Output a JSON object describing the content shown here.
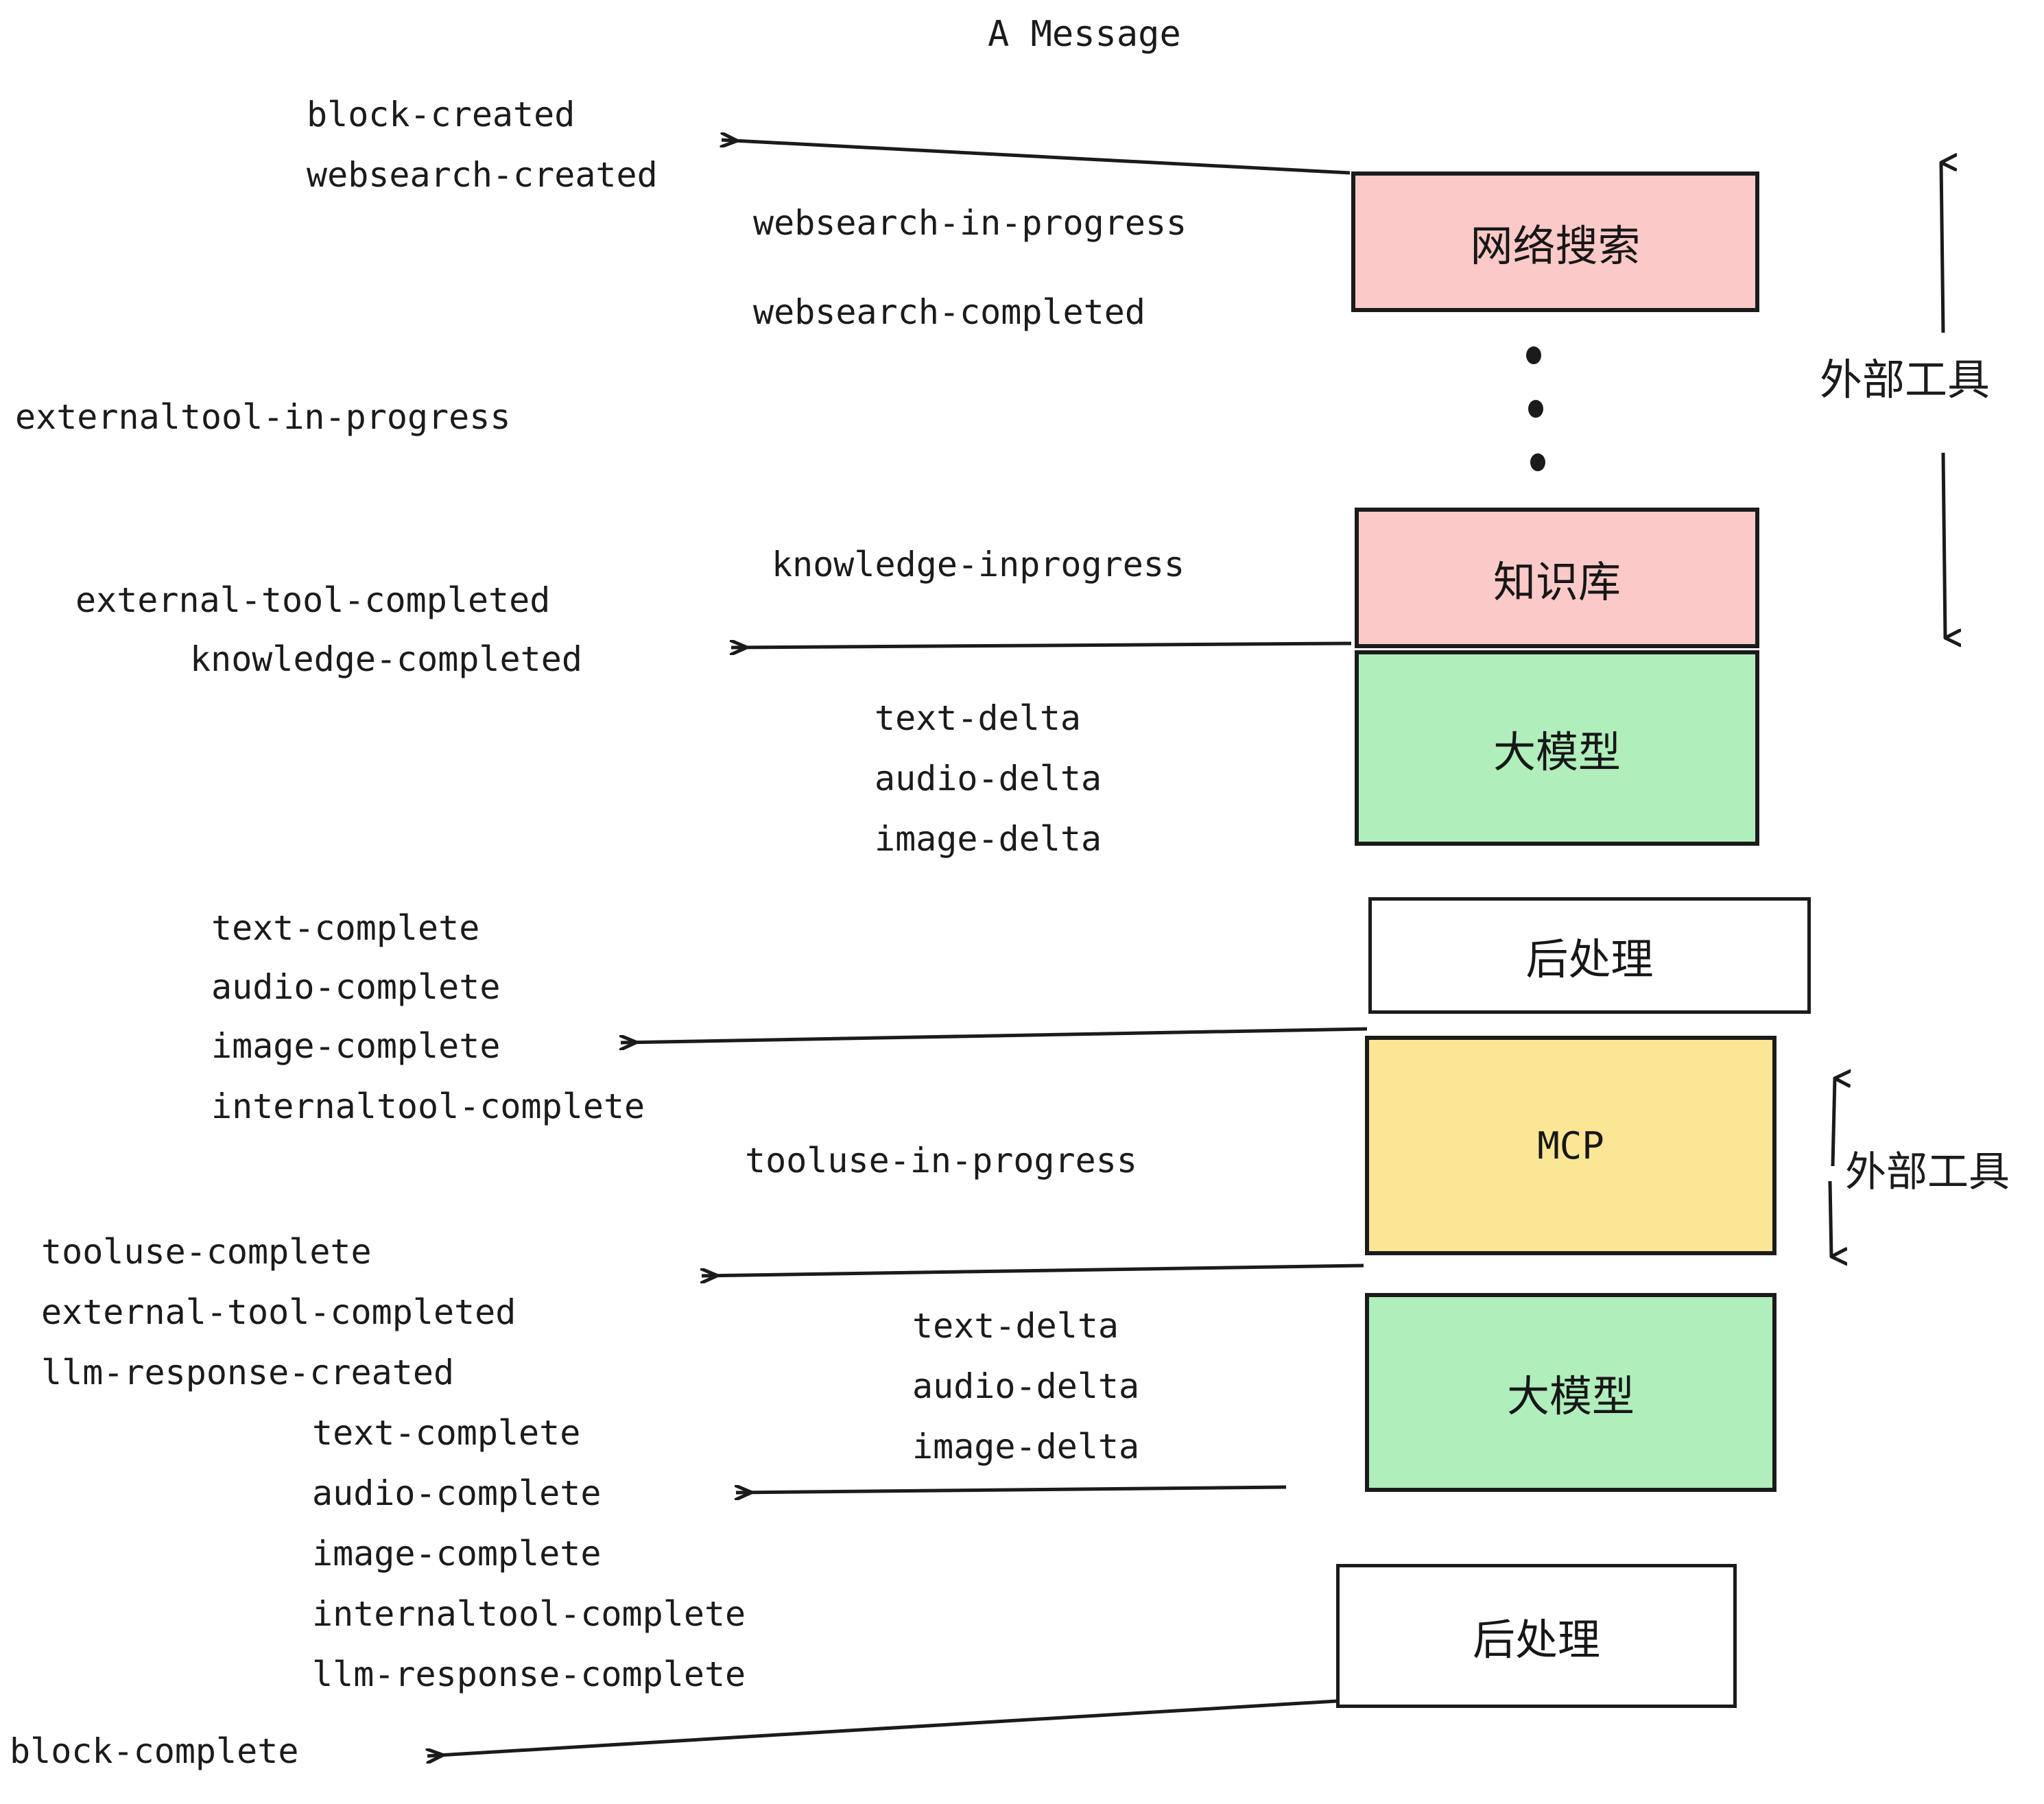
{
  "title": "A Message",
  "colors": {
    "pink": "#fbc9c8",
    "green": "#b0eebc",
    "yellow": "#fae695",
    "white": "#ffffff",
    "stroke": "#1b1b1b",
    "text": "#1b1b1b"
  },
  "boxes": [
    {
      "id": "websearch",
      "label": "网络搜索",
      "fill": "pink"
    },
    {
      "id": "knowledge",
      "label": "知识库",
      "fill": "pink"
    },
    {
      "id": "llm-top",
      "label": "大模型",
      "fill": "green"
    },
    {
      "id": "postprocess-top",
      "label": "后处理",
      "fill": "white"
    },
    {
      "id": "mcp",
      "label": "MCP",
      "fill": "yellow"
    },
    {
      "id": "llm-bottom",
      "label": "大模型",
      "fill": "green"
    },
    {
      "id": "postprocess-bottom",
      "label": "后处理",
      "fill": "white"
    }
  ],
  "side_annotations": [
    {
      "id": "external-tools-top",
      "label": "外部工具"
    },
    {
      "id": "external-tools-bottom",
      "label": "外部工具"
    }
  ],
  "events": {
    "block_created": "block-created",
    "websearch_created": "websearch-created",
    "websearch_in_progress": "websearch-in-progress",
    "websearch_completed": "websearch-completed",
    "externaltool_in_progress": "externaltool-in-progress",
    "knowledge_inprogress": "knowledge-inprogress",
    "external_tool_completed_1": "external-tool-completed",
    "knowledge_completed": "knowledge-completed",
    "text_delta_1": "text-delta",
    "audio_delta_1": "audio-delta",
    "image_delta_1": "image-delta",
    "text_complete_1": "text-complete",
    "audio_complete_1": "audio-complete",
    "image_complete_1": "image-complete",
    "internaltool_complete_1": "internaltool-complete",
    "tooluse_in_progress": "tooluse-in-progress",
    "tooluse_complete": "tooluse-complete",
    "external_tool_completed_2": "external-tool-completed",
    "llm_response_created": "llm-response-created",
    "text_delta_2": "text-delta",
    "audio_delta_2": "audio-delta",
    "image_delta_2": "image-delta",
    "text_complete_2": "text-complete",
    "audio_complete_2": "audio-complete",
    "image_complete_2": "image-complete",
    "internaltool_complete_2": "internaltool-complete",
    "llm_response_complete": "llm-response-complete",
    "block_complete": "block-complete"
  },
  "ellipsis": "⋮"
}
